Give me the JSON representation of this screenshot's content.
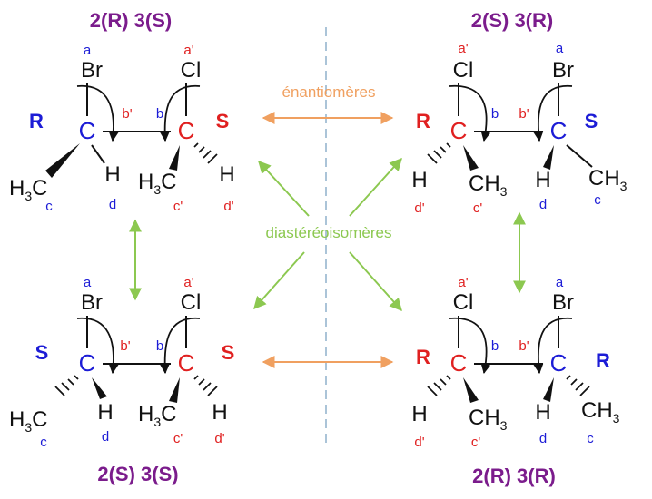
{
  "colors": {
    "title": "#7b1c8c",
    "blue": "#1c1cd6",
    "red": "#e02020",
    "enantio": "#f0a060",
    "diastereo": "#8cc850",
    "divider": "#8fb0cc"
  },
  "labels": {
    "enantiomers": "énantiomères",
    "diastereomers": "diastéréoisomères"
  },
  "molecules": [
    {
      "title": "2(R) 3(S)",
      "left_atom": {
        "symbol": "Br",
        "label_top": "a",
        "label_bond": "b'",
        "descriptor": "R",
        "h_label": "d",
        "methyl_label": "c"
      },
      "right_atom": {
        "symbol": "Cl",
        "label_top": "a'",
        "label_bond": "b",
        "descriptor": "S",
        "h_label": "d'",
        "methyl_label": "c'"
      }
    },
    {
      "title": "2(S) 3(R)",
      "left_atom": {
        "symbol": "Cl",
        "label_top": "a'",
        "label_bond": "b",
        "descriptor": "R",
        "h_label": "d'",
        "methyl_label": "c'"
      },
      "right_atom": {
        "symbol": "Br",
        "label_top": "a",
        "label_bond": "b'",
        "descriptor": "S",
        "h_label": "d",
        "methyl_label": "c"
      }
    },
    {
      "title": "2(S) 3(S)",
      "left_atom": {
        "symbol": "Br",
        "label_top": "a",
        "label_bond": "b'",
        "descriptor": "S",
        "h_label": "d",
        "methyl_label": "c"
      },
      "right_atom": {
        "symbol": "Cl",
        "label_top": "a'",
        "label_bond": "b",
        "descriptor": "S",
        "h_label": "d'",
        "methyl_label": "c'"
      }
    },
    {
      "title": "2(R) 3(R)",
      "left_atom": {
        "symbol": "Cl",
        "label_top": "a'",
        "label_bond": "b",
        "descriptor": "R",
        "h_label": "d'",
        "methyl_label": "c'"
      },
      "right_atom": {
        "symbol": "Br",
        "label_top": "a",
        "label_bond": "b'",
        "descriptor": "R",
        "h_label": "d",
        "methyl_label": "c"
      }
    }
  ],
  "atoms": {
    "carbon": "C",
    "hydrogen": "H",
    "methyl_left_main": "H",
    "methyl_left_sub": "3",
    "methyl_left_end": "C",
    "methyl_right_main": "CH",
    "methyl_right_sub": "3"
  }
}
